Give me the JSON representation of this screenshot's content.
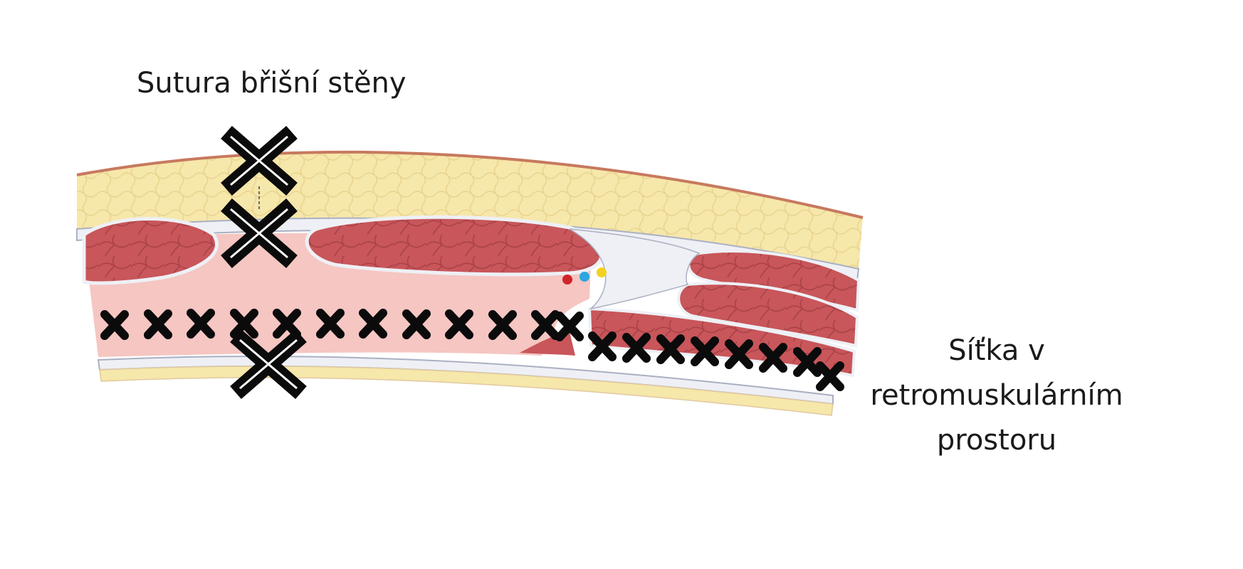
{
  "labels": {
    "suture": "Sutura břišní stěny",
    "mesh_lines": [
      "Síťka v",
      "retromuskulárním",
      "prostoru"
    ]
  },
  "colors": {
    "skin_line": "#c7795f",
    "fat": "#f6e7aa",
    "fat_cell": "#e9d48f",
    "muscle": "#c8565a",
    "muscle_line": "#a94248",
    "fascia": "#eef0f5",
    "fascia_edge": "#aab0c3",
    "retro_space": "#f5c6c2",
    "mesh_mark": "#0b0b0b",
    "vessel_red": "#d0242a",
    "vessel_blue": "#2aa7e0",
    "vessel_yellow": "#f2d21e"
  },
  "icons": [
    "suture-cross-icon",
    "mesh-stitch-icon"
  ]
}
